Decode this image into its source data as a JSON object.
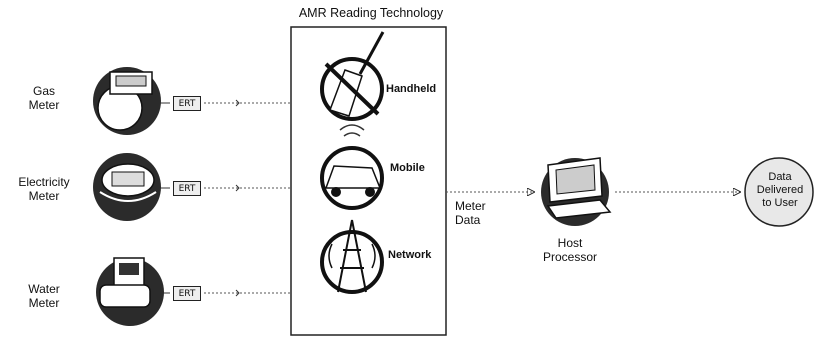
{
  "diagram": {
    "title": "AMR Reading Technology",
    "meters": {
      "gas": "Gas\nMeter",
      "electricity": "Electricity\nMeter",
      "water": "Water\nMeter"
    },
    "ert_label": "ERT",
    "reading_methods": {
      "handheld": "Handheld",
      "mobile": "Mobile",
      "network": "Network"
    },
    "meter_data_label": "Meter\nData",
    "host_processor_label": "Host\nProcessor",
    "output_label": "Data\nDelivered\nto User",
    "icons": {
      "gas_meter": "gas-meter-icon",
      "electric_meter": "electric-meter-icon",
      "water_meter": "water-meter-icon",
      "handheld_device": "handheld-device-icon",
      "mobile_van": "van-icon",
      "network_tower": "tower-icon",
      "host_computer": "computer-icon"
    }
  }
}
